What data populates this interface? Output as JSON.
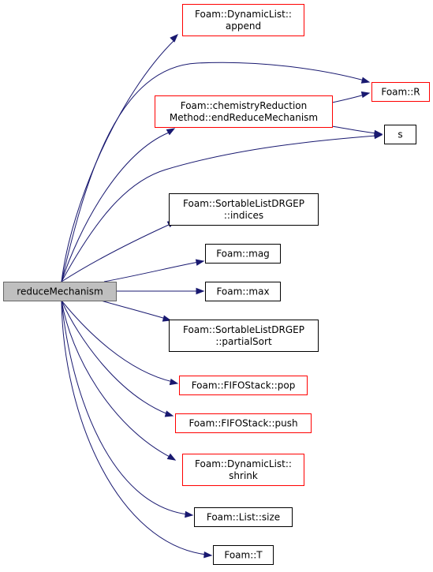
{
  "graph": {
    "colors": {
      "edge": "#191970",
      "border_link": "#ff0000",
      "border_plain": "#000000",
      "root_fill": "#bfbfbf",
      "root_border": "#666666"
    },
    "root": {
      "id": "root",
      "lines": [
        "reduceMechanism"
      ]
    },
    "nodes": [
      {
        "id": "append",
        "lines": [
          "Foam::DynamicList::",
          "append"
        ],
        "border": "red"
      },
      {
        "id": "R",
        "lines": [
          "Foam::R"
        ],
        "border": "red"
      },
      {
        "id": "endReduce",
        "lines": [
          "Foam::chemistryReduction",
          "Method::endReduceMechanism"
        ],
        "border": "red"
      },
      {
        "id": "s",
        "lines": [
          "s"
        ],
        "border": "black"
      },
      {
        "id": "indices",
        "lines": [
          "Foam::SortableListDRGEP",
          "::indices"
        ],
        "border": "black"
      },
      {
        "id": "mag",
        "lines": [
          "Foam::mag"
        ],
        "border": "black"
      },
      {
        "id": "max",
        "lines": [
          "Foam::max"
        ],
        "border": "black"
      },
      {
        "id": "partialSort",
        "lines": [
          "Foam::SortableListDRGEP",
          "::partialSort"
        ],
        "border": "black"
      },
      {
        "id": "pop",
        "lines": [
          "Foam::FIFOStack::pop"
        ],
        "border": "red"
      },
      {
        "id": "push",
        "lines": [
          "Foam::FIFOStack::push"
        ],
        "border": "red"
      },
      {
        "id": "shrink",
        "lines": [
          "Foam::DynamicList::",
          "shrink"
        ],
        "border": "red"
      },
      {
        "id": "size",
        "lines": [
          "Foam::List::size"
        ],
        "border": "black"
      },
      {
        "id": "T",
        "lines": [
          "Foam::T"
        ],
        "border": "black"
      }
    ],
    "edges": [
      {
        "from": "root",
        "to": "append"
      },
      {
        "from": "root",
        "to": "R"
      },
      {
        "from": "root",
        "to": "endReduce"
      },
      {
        "from": "root",
        "to": "s"
      },
      {
        "from": "root",
        "to": "indices"
      },
      {
        "from": "root",
        "to": "mag"
      },
      {
        "from": "root",
        "to": "max"
      },
      {
        "from": "root",
        "to": "partialSort"
      },
      {
        "from": "root",
        "to": "pop"
      },
      {
        "from": "root",
        "to": "push"
      },
      {
        "from": "root",
        "to": "shrink"
      },
      {
        "from": "root",
        "to": "size"
      },
      {
        "from": "root",
        "to": "T"
      },
      {
        "from": "endReduce",
        "to": "R"
      },
      {
        "from": "endReduce",
        "to": "s"
      }
    ]
  }
}
